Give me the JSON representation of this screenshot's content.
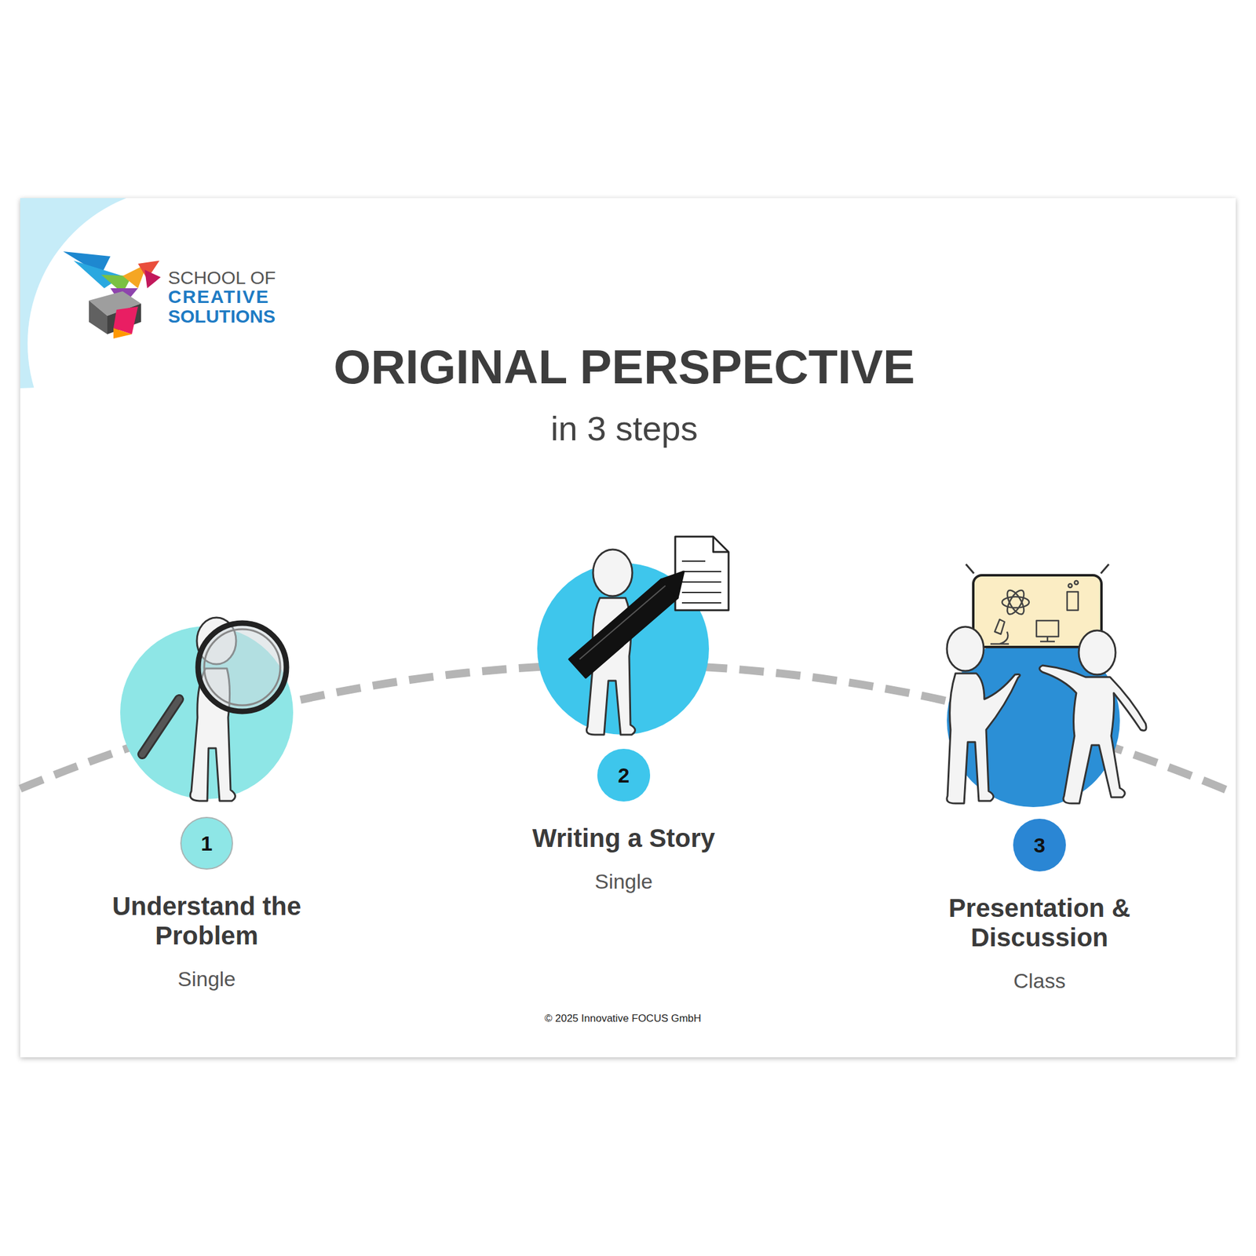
{
  "diagram": {
    "title": "ORIGINAL PERSPECTIVE",
    "nodes": [
      {
        "text": [
          "1",
          "Understand the Problem",
          "Single"
        ]
      },
      {
        "text": [
          "2",
          "Writing a Story",
          "Single"
        ]
      },
      {
        "text": [
          "3",
          "Presentation & Discussion",
          "Class"
        ]
      }
    ],
    "labels": [
      "SCHOOL OF",
      "CREATIVE",
      "SOLUTIONS",
      "in 3 steps",
      "© 2025 Innovative FOCUS GmbH"
    ]
  }
}
